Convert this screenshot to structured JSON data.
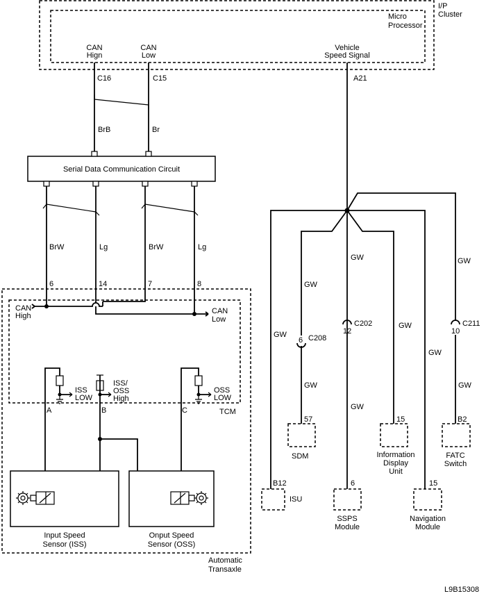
{
  "cluster": {
    "name_1": "I/P",
    "name_2": "Cluster",
    "mp_1": "Micro",
    "mp_2": "Processor"
  },
  "cluster_signals": {
    "can_high_1": "CAN",
    "can_high_2": "Hign",
    "can_low_1": "CAN",
    "can_low_2": "Low",
    "vss_1": "Vehicle",
    "vss_2": "Speed Signal"
  },
  "pins": {
    "c16": "C16",
    "c15": "C15",
    "a21": "A21",
    "p6": "6",
    "p14": "14",
    "p7": "7",
    "p8": "8",
    "pa": "A",
    "pb": "B",
    "pc": "C"
  },
  "wires": {
    "brb": "BrB",
    "br": "Br",
    "brw_1": "BrW",
    "lg_1": "Lg",
    "brw_2": "BrW",
    "lg_2": "Lg",
    "gw_a21": "GW",
    "gw_fatc_top": "GW",
    "gw_sdm_top": "GW",
    "gw_sdm_bottom": "GW",
    "gw_isu": "GW",
    "gw_info": "GW",
    "gw_ssps": "GW",
    "gw_nav": "GW",
    "gw_fatc_bottom": "GW"
  },
  "serial_circuit": "Serial Data Communication Circuit",
  "tcm": {
    "name": "TCM",
    "can_high_1": "CAN",
    "can_high_2": "High",
    "can_low_1": "CAN",
    "can_low_2": "Low",
    "iss_low_1": "ISS",
    "iss_low_2": "LOW",
    "iss_oss_1": "ISS/",
    "iss_oss_2": "OSS",
    "iss_oss_3": "High",
    "oss_low_1": "OSS",
    "oss_low_2": "LOW"
  },
  "sensors": {
    "iss_1": "Input Speed",
    "iss_2": "Sensor (ISS)",
    "oss_1": "Onput Speed",
    "oss_2": "Sensor (OSS)"
  },
  "transaxle": {
    "name_1": "Automatic",
    "name_2": "Transaxle"
  },
  "connectors": {
    "c208": "C208",
    "c208_pin": "6",
    "c202": "C202",
    "c202_pin": "12",
    "c211": "C211",
    "c211_pin": "10"
  },
  "modules": {
    "sdm": {
      "pin": "57",
      "name": "SDM"
    },
    "info": {
      "pin": "15",
      "name_1": "Information",
      "name_2": "Display",
      "name_3": "Unit"
    },
    "fatc": {
      "pin": "B2",
      "name_1": "FATC",
      "name_2": "Switch"
    },
    "isu": {
      "pin": "B12",
      "name": "ISU"
    },
    "ssps": {
      "pin": "6",
      "name_1": "SSPS",
      "name_2": "Module"
    },
    "nav": {
      "pin": "15",
      "name_1": "Navigation",
      "name_2": "Module"
    }
  },
  "figure_id": "L9B15308"
}
